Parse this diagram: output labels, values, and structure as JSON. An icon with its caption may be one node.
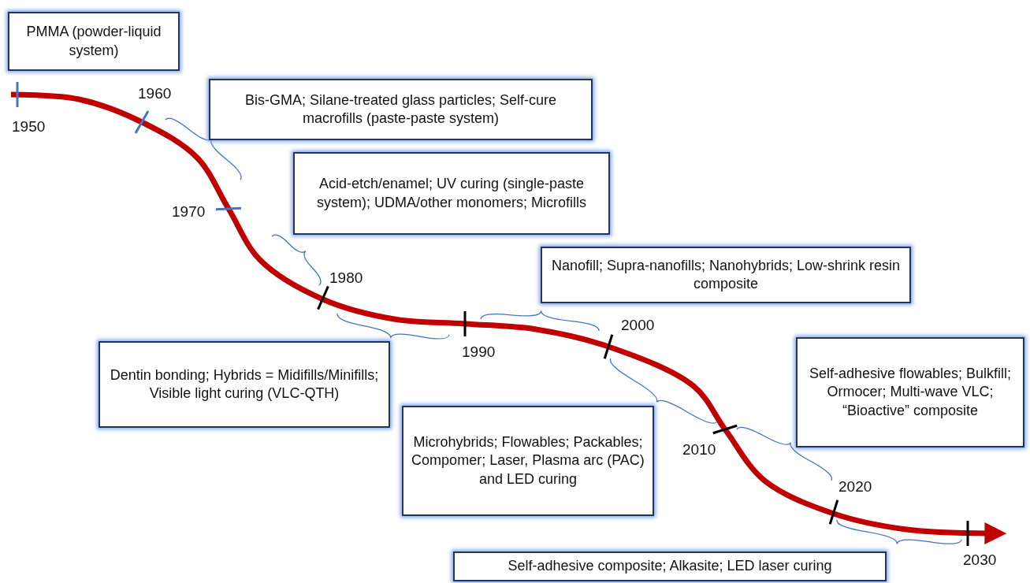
{
  "diagram": {
    "nodes": [
      {
        "text": [
          "PMMA (powder-liquid system)"
        ]
      },
      {
        "text": [
          "Bis-GMA; Silane-treated glass particles; Self-cure macrofills (paste-paste system)"
        ]
      },
      {
        "text": [
          "Acid-etch/enamel; UV curing (single-paste system); UDMA/other monomers; Microfills"
        ]
      },
      {
        "text": [
          "Nanofill; Supra-nanofills; Nanohybrids; Low-shrink resin composite"
        ]
      },
      {
        "text": [
          "Dentin bonding; Hybrids = Midifills/Minifills; Visible light curing (VLC-QTH)"
        ]
      },
      {
        "text": [
          "Self-adhesive flowables; Bulkfill; Ormocer; Multi-wave VLC; “Bioactive” composite"
        ]
      },
      {
        "text": [
          "Microhybrids; Flowables; Packables; Compomer; Laser, Plasma arc (PAC) and LED curing"
        ]
      },
      {
        "text": [
          "Self-adhesive composite; Alkasite; LED laser curing"
        ]
      }
    ],
    "labels": [
      "1950",
      "1960",
      "1970",
      "1980",
      "1990",
      "2000",
      "2010",
      "2020",
      "2030"
    ]
  }
}
